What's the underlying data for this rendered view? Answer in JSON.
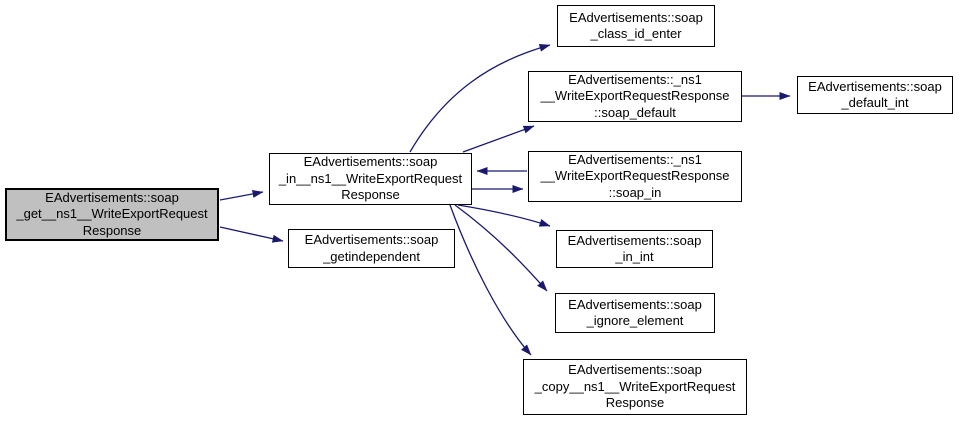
{
  "diagram": {
    "type": "call-graph",
    "style": "doxygen",
    "colors": {
      "background": "#ffffff",
      "node_fill": "#ffffff",
      "node_border": "#000000",
      "highlighted_node_fill": "#c0c0c0",
      "edge": "#191970",
      "text": "#000000"
    },
    "nodes": {
      "soap_get": {
        "label": "EAdvertisements::soap\n_get__ns1__WriteExportRequest\nResponse",
        "full_name": "EAdvertisements::soap_get__ns1__WriteExportRequestResponse",
        "highlighted": true
      },
      "soap_in": {
        "label": "EAdvertisements::soap\n_in__ns1__WriteExportRequest\nResponse",
        "full_name": "EAdvertisements::soap_in__ns1__WriteExportRequestResponse",
        "highlighted": false
      },
      "getindependent": {
        "label": "EAdvertisements::soap\n_getindependent",
        "full_name": "EAdvertisements::soap_getindependent",
        "highlighted": false
      },
      "class_id_enter": {
        "label": "EAdvertisements::soap\n_class_id_enter",
        "full_name": "EAdvertisements::soap_class_id_enter",
        "highlighted": false
      },
      "soap_default": {
        "label": "EAdvertisements::_ns1\n__WriteExportRequestResponse\n::soap_default",
        "full_name": "EAdvertisements::_ns1__WriteExportRequestResponse::soap_default",
        "highlighted": false
      },
      "default_int": {
        "label": "EAdvertisements::soap\n_default_int",
        "full_name": "EAdvertisements::soap_default_int",
        "highlighted": false
      },
      "member_soap_in": {
        "label": "EAdvertisements::_ns1\n__WriteExportRequestResponse\n::soap_in",
        "full_name": "EAdvertisements::_ns1__WriteExportRequestResponse::soap_in",
        "highlighted": false
      },
      "in_int": {
        "label": "EAdvertisements::soap\n_in_int",
        "full_name": "EAdvertisements::soap_in_int",
        "highlighted": false
      },
      "ignore_element": {
        "label": "EAdvertisements::soap\n_ignore_element",
        "full_name": "EAdvertisements::soap_ignore_element",
        "highlighted": false
      },
      "soap_copy": {
        "label": "EAdvertisements::soap\n_copy__ns1__WriteExportRequest\nResponse",
        "full_name": "EAdvertisements::soap_copy__ns1__WriteExportRequestResponse",
        "highlighted": false
      }
    },
    "edges": [
      {
        "from": "soap_get",
        "to": "soap_in"
      },
      {
        "from": "soap_get",
        "to": "getindependent"
      },
      {
        "from": "soap_in",
        "to": "class_id_enter"
      },
      {
        "from": "soap_in",
        "to": "soap_default"
      },
      {
        "from": "member_soap_in",
        "to": "soap_in"
      },
      {
        "from": "soap_in",
        "to": "member_soap_in"
      },
      {
        "from": "soap_in",
        "to": "in_int"
      },
      {
        "from": "soap_in",
        "to": "ignore_element"
      },
      {
        "from": "soap_in",
        "to": "soap_copy"
      },
      {
        "from": "soap_default",
        "to": "default_int"
      }
    ]
  }
}
